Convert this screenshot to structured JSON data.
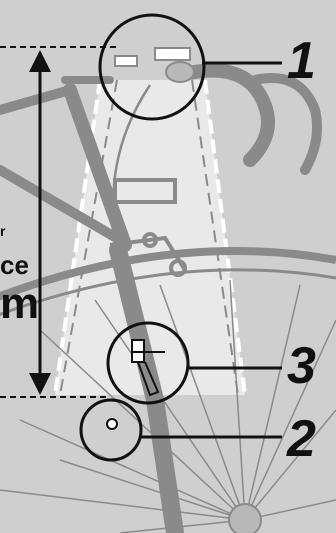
{
  "labels": {
    "callout_1": "1",
    "callout_2": "2",
    "callout_3": "3",
    "side_top": "r",
    "side_mid": "ce",
    "side_unit": "m"
  },
  "colors": {
    "background": "#cfcfcf",
    "line_art": "#8a8a8a",
    "ink": "#111111",
    "highlight": "#ffffff"
  }
}
